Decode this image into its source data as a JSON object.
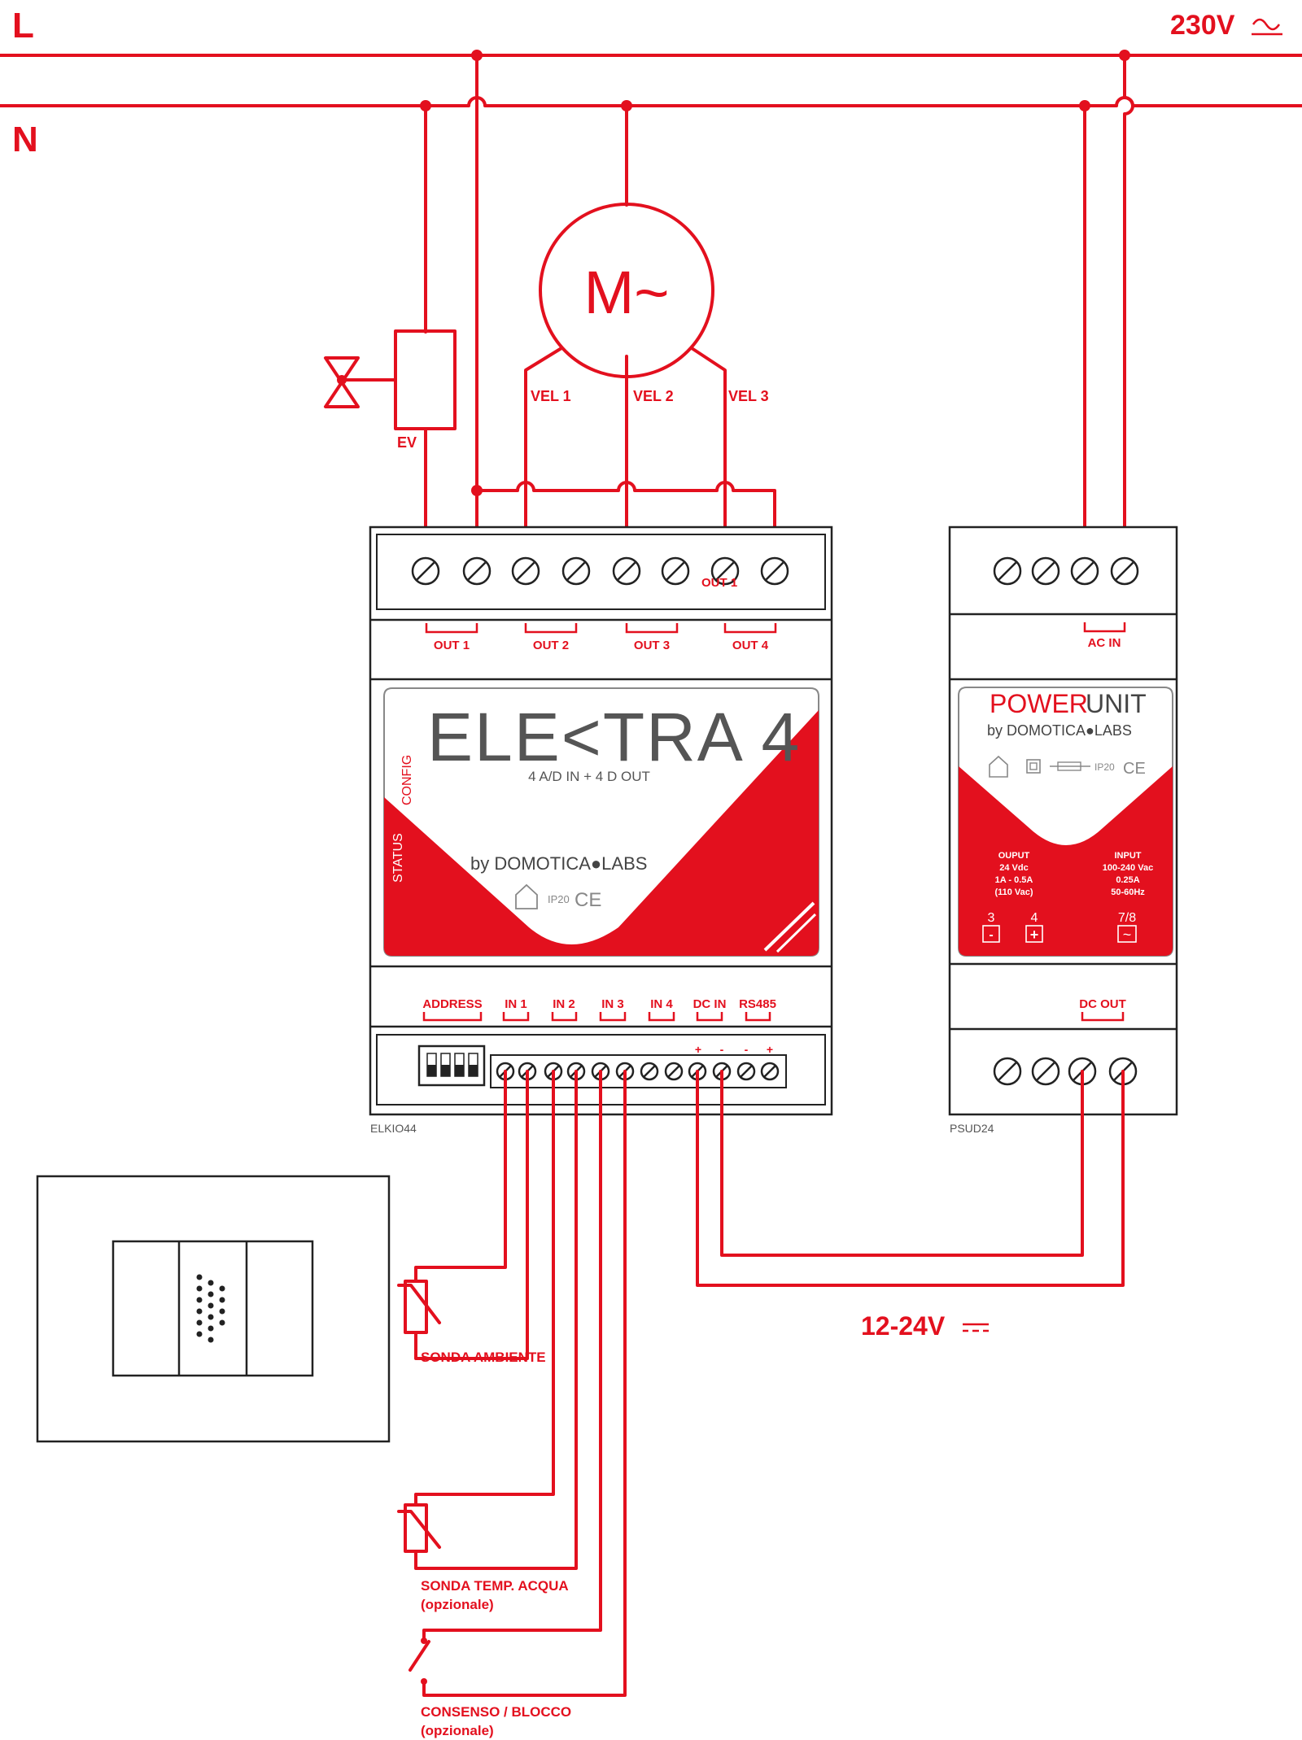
{
  "lines": {
    "live": "L",
    "neutral": "N",
    "mains_voltage": "230V",
    "dc_voltage": "12-24V"
  },
  "motor": {
    "symbol": "M~",
    "speeds": [
      "VEL 1",
      "VEL 2",
      "VEL 3"
    ]
  },
  "valve": {
    "label": "EV"
  },
  "elektra": {
    "logo": "ELE<TRA 4",
    "subtitle": "4 A/D IN + 4 D OUT",
    "brand": "by DOMOTICA●LABS",
    "config_label": "CONFIG",
    "status_label": "STATUS",
    "ip_rating": "IP20",
    "ce_mark": "CE",
    "overlay_label": "OUT 1",
    "outputs": [
      "OUT 1",
      "OUT 2",
      "OUT 3",
      "OUT 4"
    ],
    "input_groups": [
      "ADDRESS",
      "IN 1",
      "IN 2",
      "IN 3",
      "IN 4",
      "DC IN",
      "RS485"
    ],
    "dc_polarity": [
      "+",
      "-",
      "-",
      "+"
    ],
    "model": "ELKIO44"
  },
  "power_unit": {
    "title_power": "POWER",
    "title_unit": "UNIT",
    "brand": "by DOMOTICA●LABS",
    "ip_rating": "IP20",
    "ce_mark": "CE",
    "ac_in_label": "AC IN",
    "dc_out_label": "DC OUT",
    "output_spec": [
      "OUPUT",
      "24 Vdc",
      "1A - 0.5A",
      "(110 Vac)"
    ],
    "input_spec": [
      "INPUT",
      "100-240 Vac",
      "0.25A",
      "50-60Hz"
    ],
    "terminal_numbers": [
      "3",
      "4",
      "7/8"
    ],
    "terminal_symbols": [
      "-",
      "+",
      "~"
    ],
    "model": "PSUD24"
  },
  "sensors": {
    "room_probe": "SONDA AMBIENTE",
    "water_probe": "SONDA TEMP. ACQUA",
    "water_probe_note": "(opzionale)",
    "enable_switch": "CONSENSO / BLOCCO",
    "enable_switch_note": "(opzionale)"
  },
  "colors": {
    "wire": "#e3101e",
    "outline": "#222222",
    "panel_gray": "#555555"
  }
}
